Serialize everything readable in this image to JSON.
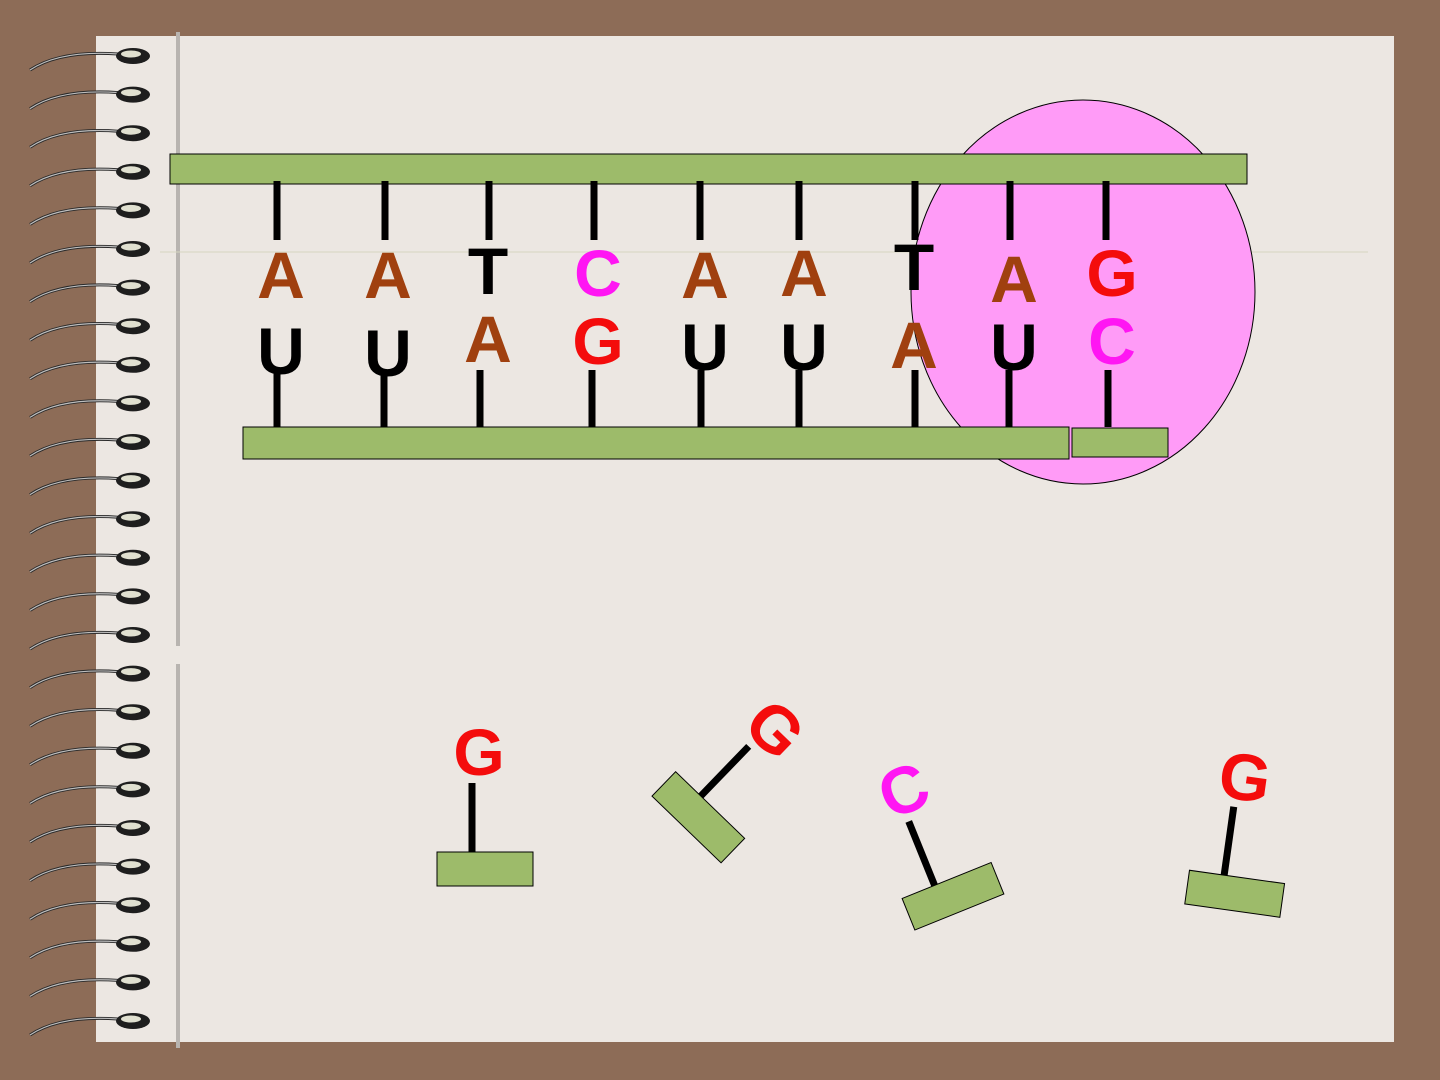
{
  "colors": {
    "backbone": "#9dbb6a",
    "A": "#a0400f",
    "U": "#000000",
    "T": "#000000",
    "C": "#ff16f3",
    "G": "#f40c0c",
    "highlight": "#ff9bf7",
    "notebook_border": "#8d6c57",
    "paper": "#ece7e2"
  },
  "top_strand": [
    "A",
    "A",
    "T",
    "C",
    "A",
    "A",
    "T",
    "A",
    "G"
  ],
  "bottom_strand": [
    "U",
    "U",
    "A",
    "G",
    "U",
    "U",
    "A",
    "U",
    "C"
  ],
  "free_nucleotides": [
    "G",
    "G",
    "C",
    "G"
  ]
}
